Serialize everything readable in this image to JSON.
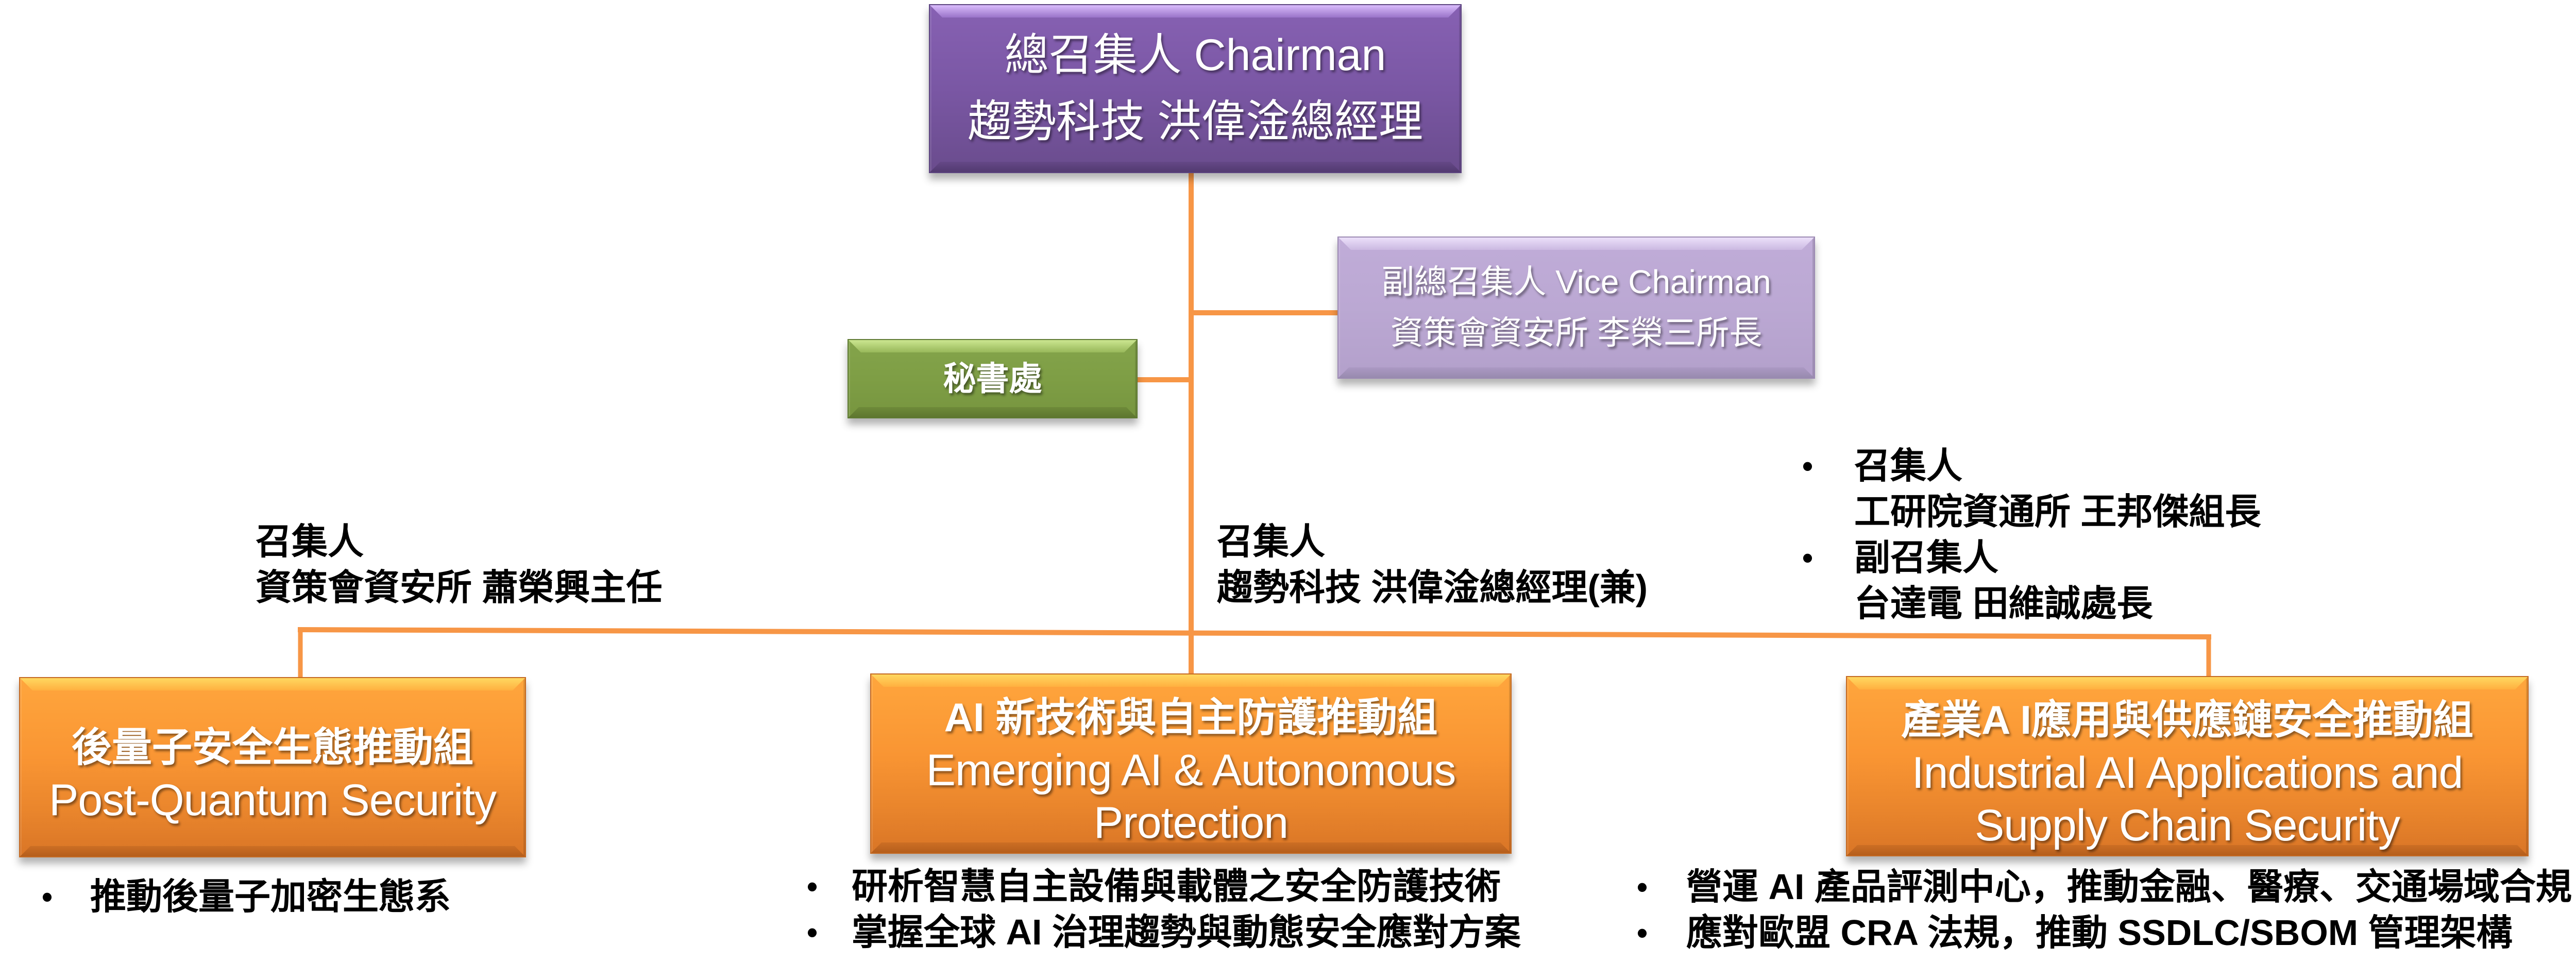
{
  "chairman": {
    "lines": [
      "總召集人 Chairman",
      "趨勢科技 洪偉淦總經理"
    ]
  },
  "vice_chairman": {
    "lines": [
      "副總召集人 Vice Chairman",
      "資策會資安所 李榮三所長"
    ]
  },
  "secretariat": {
    "label": "秘書處"
  },
  "bullet": "•",
  "groups": [
    {
      "title_zh": "後量子安全生態推動組",
      "title_en_lines": [
        "Post-Quantum Security"
      ],
      "convener_lines": [
        "召集人",
        "資策會資安所 蕭榮興主任"
      ],
      "tasks": [
        "推動後量子加密生態系"
      ]
    },
    {
      "title_zh": "AI 新技術與自主防護推動組",
      "title_en_lines": [
        "Emerging AI & Autonomous",
        "Protection"
      ],
      "convener_lines": [
        "召集人",
        "趨勢科技 洪偉淦總經理(兼)"
      ],
      "tasks": [
        "研析智慧自主設備與載體之安全防護技術",
        "掌握全球 AI 治理趨勢與動態安全應對方案"
      ]
    },
    {
      "title_zh": "產業A I應用與供應鏈安全推動組",
      "title_en_lines": [
        "Industrial AI Applications and",
        "Supply Chain Security"
      ],
      "conveners": [
        {
          "role": "召集人",
          "name": "工研院資通所 王邦傑組長"
        },
        {
          "role": "副召集人",
          "name": "台達電 田維誠處長"
        }
      ],
      "tasks": [
        "營運 AI 產品評測中心，推動金融、醫療、交通場域合規",
        "應對歐盟 CRA 法規，推動 SSDLC/SBOM 管理架構"
      ]
    }
  ],
  "colors": {
    "connector": "#F79646",
    "chairman_box": "#7A57A4",
    "vice_chairman_box": "#BBA8D3",
    "secretariat_box": "#7E9E45",
    "group_box": "#F99533",
    "label_text": "#000000",
    "box_text": "#FFFFFF"
  }
}
